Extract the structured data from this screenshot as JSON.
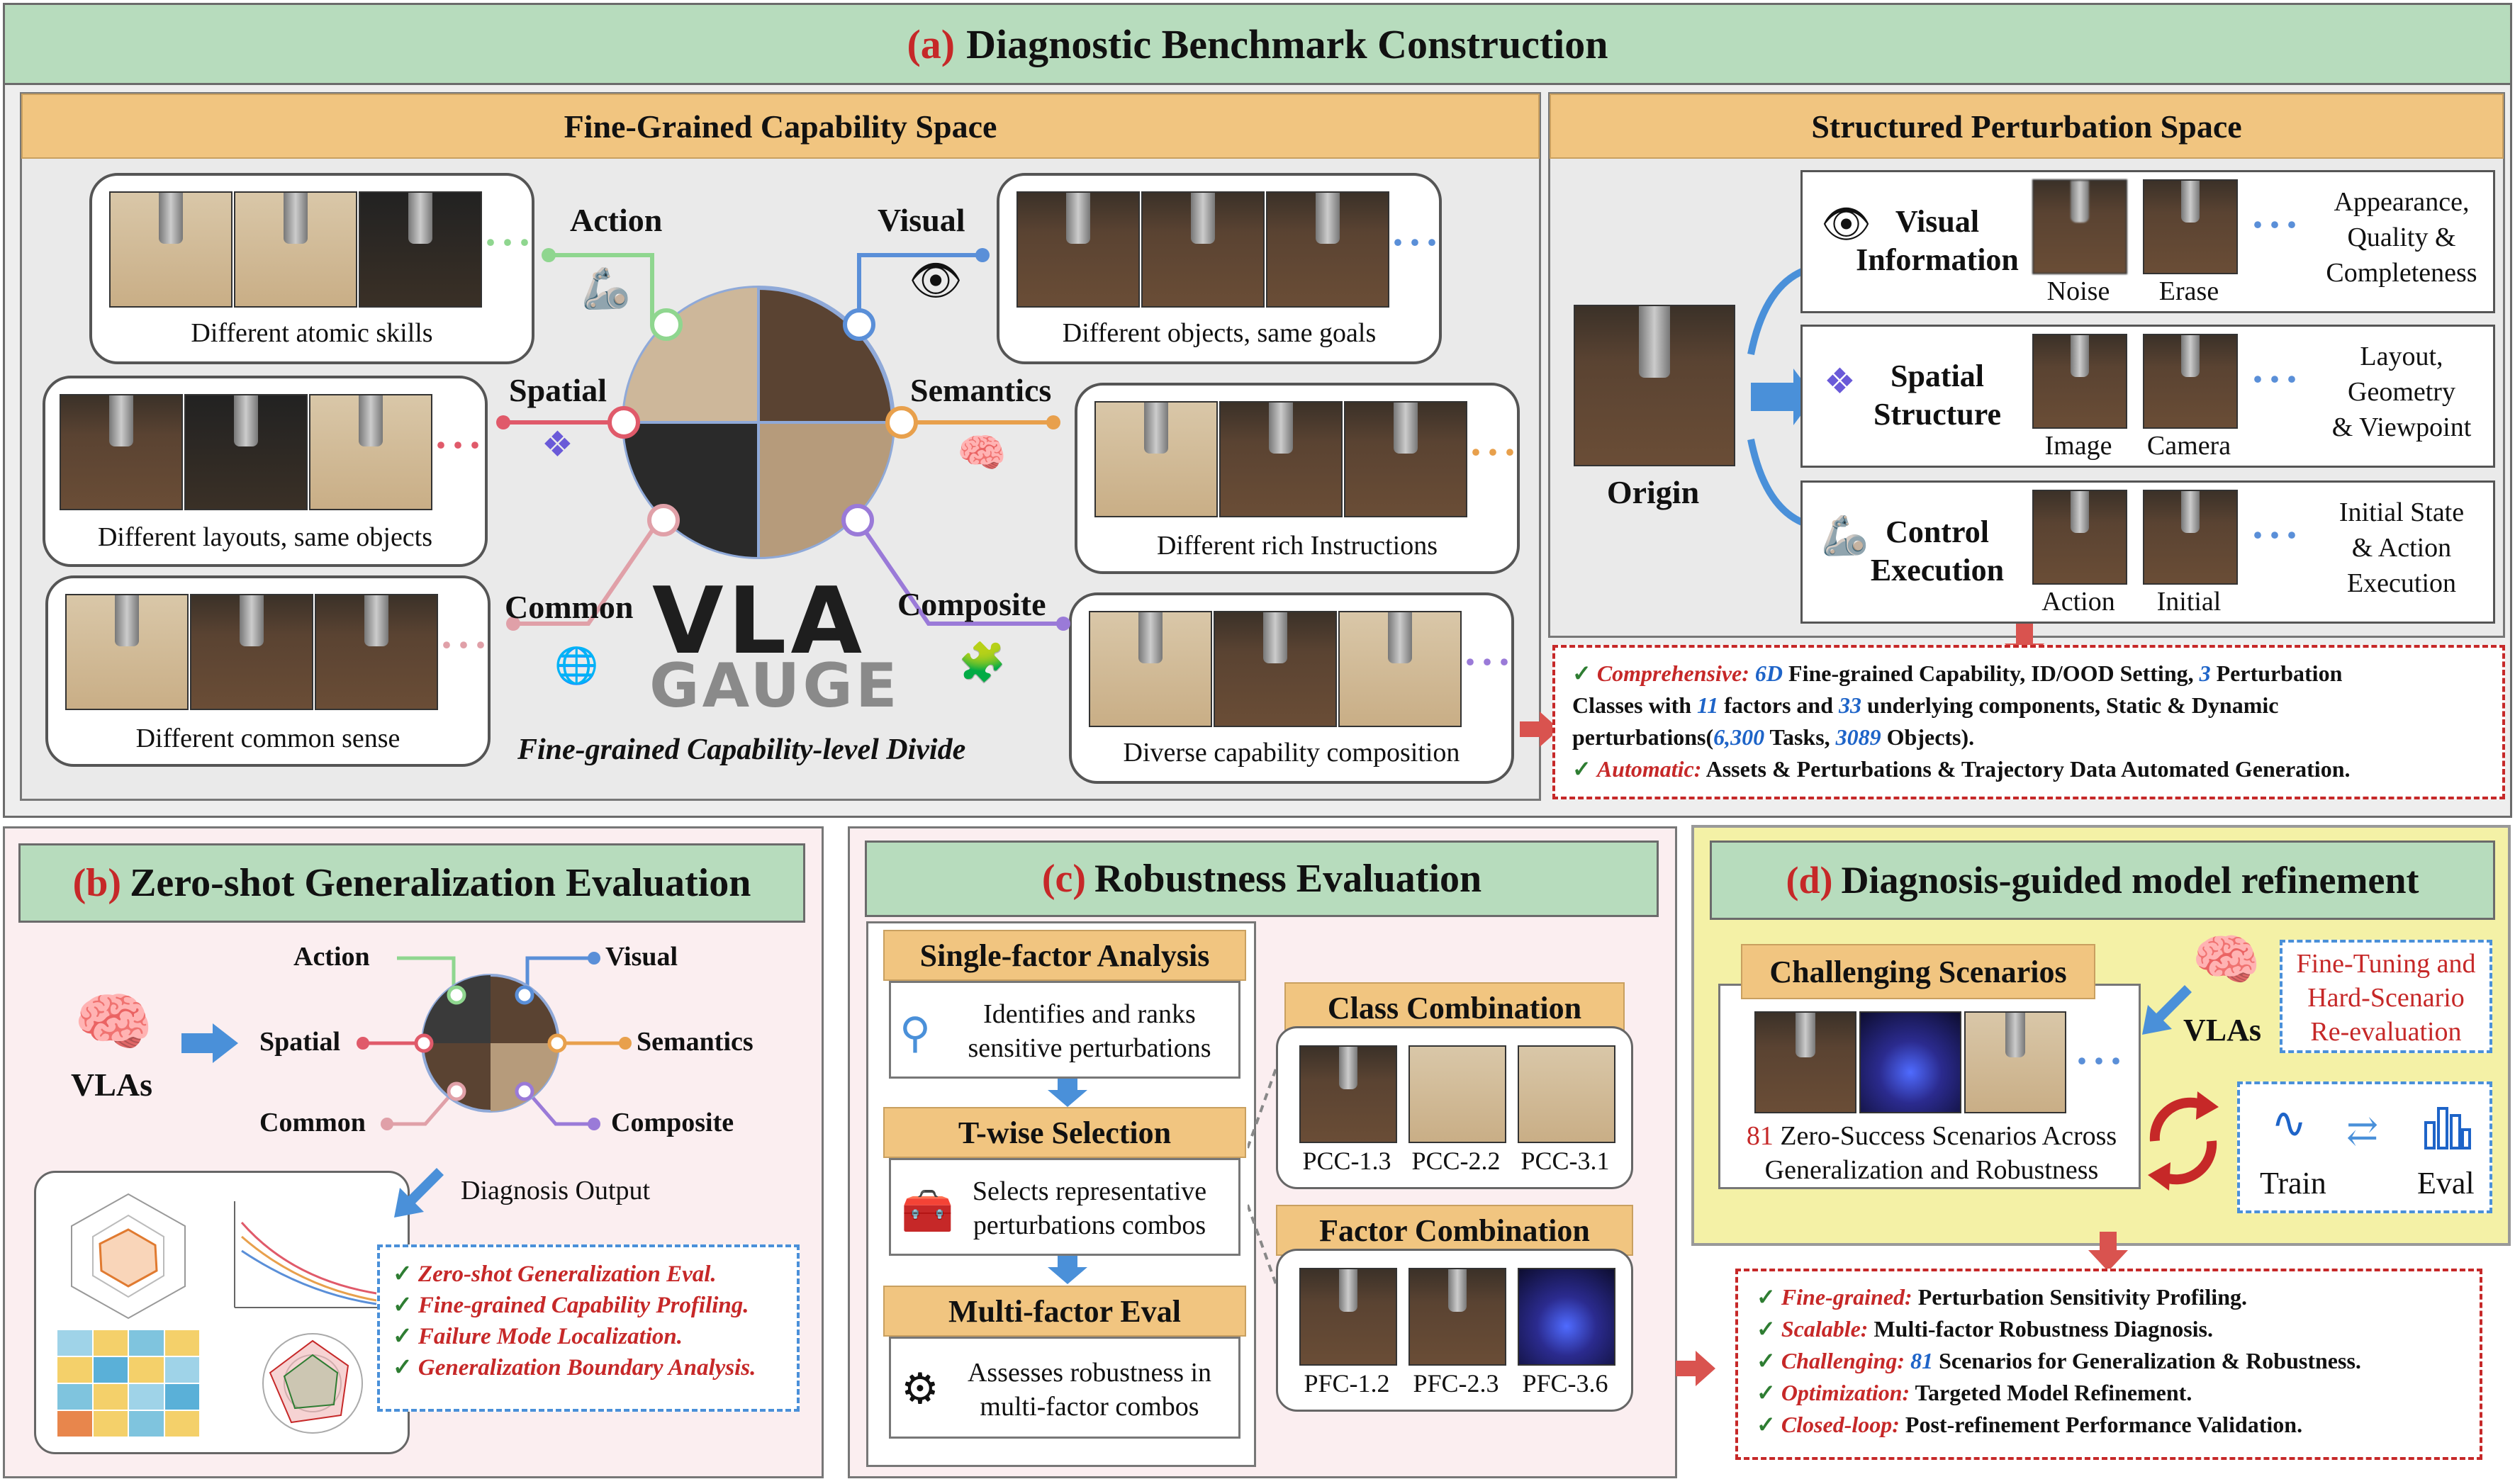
{
  "panel_a": {
    "title_letter": "(a)",
    "title_text": "Diagnostic Benchmark Construction",
    "left_title": "Fine-Grained Capability Space",
    "right_title": "Structured Perturbation Space",
    "caps": {
      "action": "Action",
      "visual": "Visual",
      "spatial": "Spatial",
      "semantics": "Semantics",
      "common": "Common",
      "composite": "Composite"
    },
    "cards": {
      "atomic": "Different atomic skills",
      "objects": "Different objects, same goals",
      "layouts": "Different layouts, same objects",
      "instructions": "Different rich Instructions",
      "common": "Different common sense",
      "composition": "Diverse capability composition"
    },
    "logo_top": "VLA",
    "logo_bottom": "GAUGE",
    "divide": "Fine-grained Capability-level  Divide",
    "origin": "Origin",
    "perturbations": [
      {
        "name_l1": "Visual",
        "name_l2": "Information",
        "t1": "Noise",
        "t2": "Erase",
        "d1": "Appearance,",
        "d2": "Quality &",
        "d3": "Completeness"
      },
      {
        "name_l1": "Spatial",
        "name_l2": "Structure",
        "t1": "Image",
        "t2": "Camera",
        "d1": "Layout,",
        "d2": "Geometry",
        "d3": "& Viewpoint"
      },
      {
        "name_l1": "Control",
        "name_l2": "Execution",
        "t1": "Action",
        "t2": "Initial",
        "d1": "Initial State",
        "d2": "& Action",
        "d3": "Execution"
      }
    ],
    "summary": {
      "l1_key": "Comprehensive:",
      "l1_n1": "6D",
      "l1_a": " Fine-grained Capability, ID/OOD Setting, ",
      "l1_n2": "3",
      "l1_b": " Perturbation",
      "l2_a": "Classes with ",
      "l2_n1": "11",
      "l2_b": " factors and ",
      "l2_n2": "33",
      "l2_c": " underlying components,  Static & Dynamic",
      "l3_a": "perturbations(",
      "l3_n1": "6,300",
      "l3_b": " Tasks, ",
      "l3_n2": "3089",
      "l3_c": " Objects).",
      "l4_key": "Automatic:",
      "l4_a": " Assets & Perturbations & Trajectory Data Automated Generation."
    }
  },
  "panel_b": {
    "title_letter": "(b)",
    "title_text": "Zero-shot Generalization Evaluation",
    "vlas": "VLAs",
    "caps": {
      "action": "Action",
      "visual": "Visual",
      "spatial": "Spatial",
      "semantics": "Semantics",
      "common": "Common",
      "composite": "Composite"
    },
    "diag_output": "Diagnosis Output",
    "bullets": [
      "Zero-shot Generalization Eval.",
      "Fine-grained Capability Profiling.",
      "Failure Mode Localization.",
      "Generalization Boundary Analysis."
    ]
  },
  "panel_c": {
    "title_letter": "(c)",
    "title_text": "Robustness Evaluation",
    "steps": [
      {
        "title": "Single-factor Analysis",
        "d1": "Identifies and ranks",
        "d2": "sensitive perturbations"
      },
      {
        "title": "T-wise Selection",
        "d1": "Selects representative",
        "d2": "perturbations combos"
      },
      {
        "title": "Multi-factor Eval",
        "d1": "Assesses robustness in",
        "d2": "multi-factor combos"
      }
    ],
    "class_title": "Class Combination",
    "class_labels": [
      "PCC-1.3",
      "PCC-2.2",
      "PCC-3.1"
    ],
    "factor_title": "Factor Combination",
    "factor_labels": [
      "PFC-1.2",
      "PFC-2.3",
      "PFC-3.6"
    ]
  },
  "panel_d": {
    "title_letter": "(d)",
    "title_text": "Diagnosis-guided model refinement",
    "challenging": "Challenging Scenarios",
    "zs_num": "81",
    "zs_l1": " Zero-Success Scenarios Across",
    "zs_l2": "Generalization and Robustness",
    "vlas": "VLAs",
    "ft_l1": "Fine-Tuning and",
    "ft_l2": "Hard-Scenario",
    "ft_l3": "Re-evaluation",
    "train": "Train",
    "eval": "Eval",
    "summary": [
      {
        "key": "Fine-grained:",
        "text": " Perturbation Sensitivity Profiling."
      },
      {
        "key": "Scalable:",
        "text": " Multi-factor Robustness Diagnosis."
      },
      {
        "key": "Challenging:",
        "num": " 81",
        "text": " Scenarios for Generalization & Robustness."
      },
      {
        "key": "Optimization:",
        "text": " Targeted Model Refinement."
      },
      {
        "key": "Closed-loop:",
        "text": " Post-refinement Performance Validation."
      }
    ]
  },
  "colors": {
    "title_green": "#b7dcbd",
    "orange": "#f1c580",
    "pink_bg": "#fbeef0",
    "yellow_bg": "#f4f1a6",
    "red": "#c62828",
    "blue": "#1e64c8",
    "action": "#8fd68f",
    "visual": "#5a8fd8",
    "spatial": "#e05a6a",
    "semantics": "#e8a04c",
    "common": "#e0a0a8",
    "composite": "#9a7ad8"
  }
}
